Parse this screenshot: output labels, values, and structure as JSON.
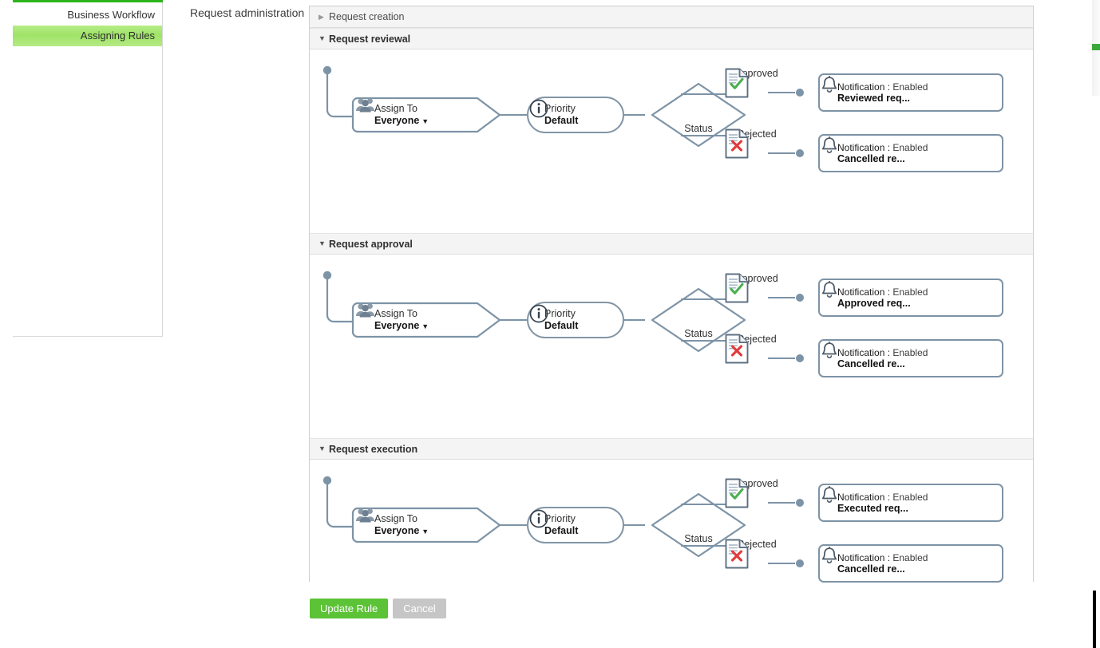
{
  "sidebar": {
    "items": [
      {
        "label": "Business Workflow",
        "selected": false
      },
      {
        "label": "Assigning Rules",
        "selected": true
      }
    ]
  },
  "page": {
    "title": "Request administration"
  },
  "panel": {
    "sections": [
      {
        "id": "request-creation",
        "title": "Request creation",
        "expanded": false,
        "triangle": "▶"
      },
      {
        "id": "request-reviewal",
        "title": "Request reviewal",
        "expanded": true,
        "triangle": "▼",
        "flow": {
          "assign": {
            "label": "Assign To",
            "value": "Everyone",
            "caret": "▼",
            "icon": "users-icon"
          },
          "priority": {
            "label": "Priority",
            "value": "Default",
            "icon": "info-icon"
          },
          "status": {
            "label": "Status"
          },
          "branches": [
            {
              "caption": "Approved",
              "icon": "document-approved-icon"
            },
            {
              "caption": "Rejected",
              "icon": "document-rejected-icon"
            }
          ],
          "notifications": [
            {
              "label": "Notification",
              "separator": ":",
              "state": "Enabled",
              "name": "Reviewed req...",
              "icon": "bell-icon"
            },
            {
              "label": "Notification",
              "separator": ":",
              "state": "Enabled",
              "name": "Cancelled re...",
              "icon": "bell-icon"
            }
          ]
        }
      },
      {
        "id": "request-approval",
        "title": "Request approval",
        "expanded": true,
        "triangle": "▼",
        "flow": {
          "assign": {
            "label": "Assign To",
            "value": "Everyone",
            "caret": "▼",
            "icon": "users-icon"
          },
          "priority": {
            "label": "Priority",
            "value": "Default",
            "icon": "info-icon"
          },
          "status": {
            "label": "Status"
          },
          "branches": [
            {
              "caption": "Approved",
              "icon": "document-approved-icon"
            },
            {
              "caption": "Rejected",
              "icon": "document-rejected-icon"
            }
          ],
          "notifications": [
            {
              "label": "Notification",
              "separator": ":",
              "state": "Enabled",
              "name": "Approved req...",
              "icon": "bell-icon"
            },
            {
              "label": "Notification",
              "separator": ":",
              "state": "Enabled",
              "name": "Cancelled re...",
              "icon": "bell-icon"
            }
          ]
        }
      },
      {
        "id": "request-execution",
        "title": "Request execution",
        "expanded": true,
        "triangle": "▼",
        "flow": {
          "assign": {
            "label": "Assign To",
            "value": "Everyone",
            "caret": "▼",
            "icon": "users-icon"
          },
          "priority": {
            "label": "Priority",
            "value": "Default",
            "icon": "info-icon"
          },
          "status": {
            "label": "Status"
          },
          "branches": [
            {
              "caption": "Approved",
              "icon": "document-approved-icon"
            },
            {
              "caption": "Rejected",
              "icon": "document-rejected-icon"
            }
          ],
          "notifications": [
            {
              "label": "Notification",
              "separator": ":",
              "state": "Enabled",
              "name": "Executed req...",
              "icon": "bell-icon"
            },
            {
              "label": "Notification",
              "separator": ":",
              "state": "Enabled",
              "name": "Cancelled re...",
              "icon": "bell-icon"
            }
          ]
        }
      }
    ]
  },
  "footer": {
    "update_label": "Update Rule",
    "cancel_label": "Cancel"
  },
  "colors": {
    "accent_green": "#5cc236",
    "sidebar_selected": "#9fe368",
    "node_border": "#7d93a6",
    "approved_check": "#4caf50",
    "rejected_cross": "#e23b3b"
  }
}
